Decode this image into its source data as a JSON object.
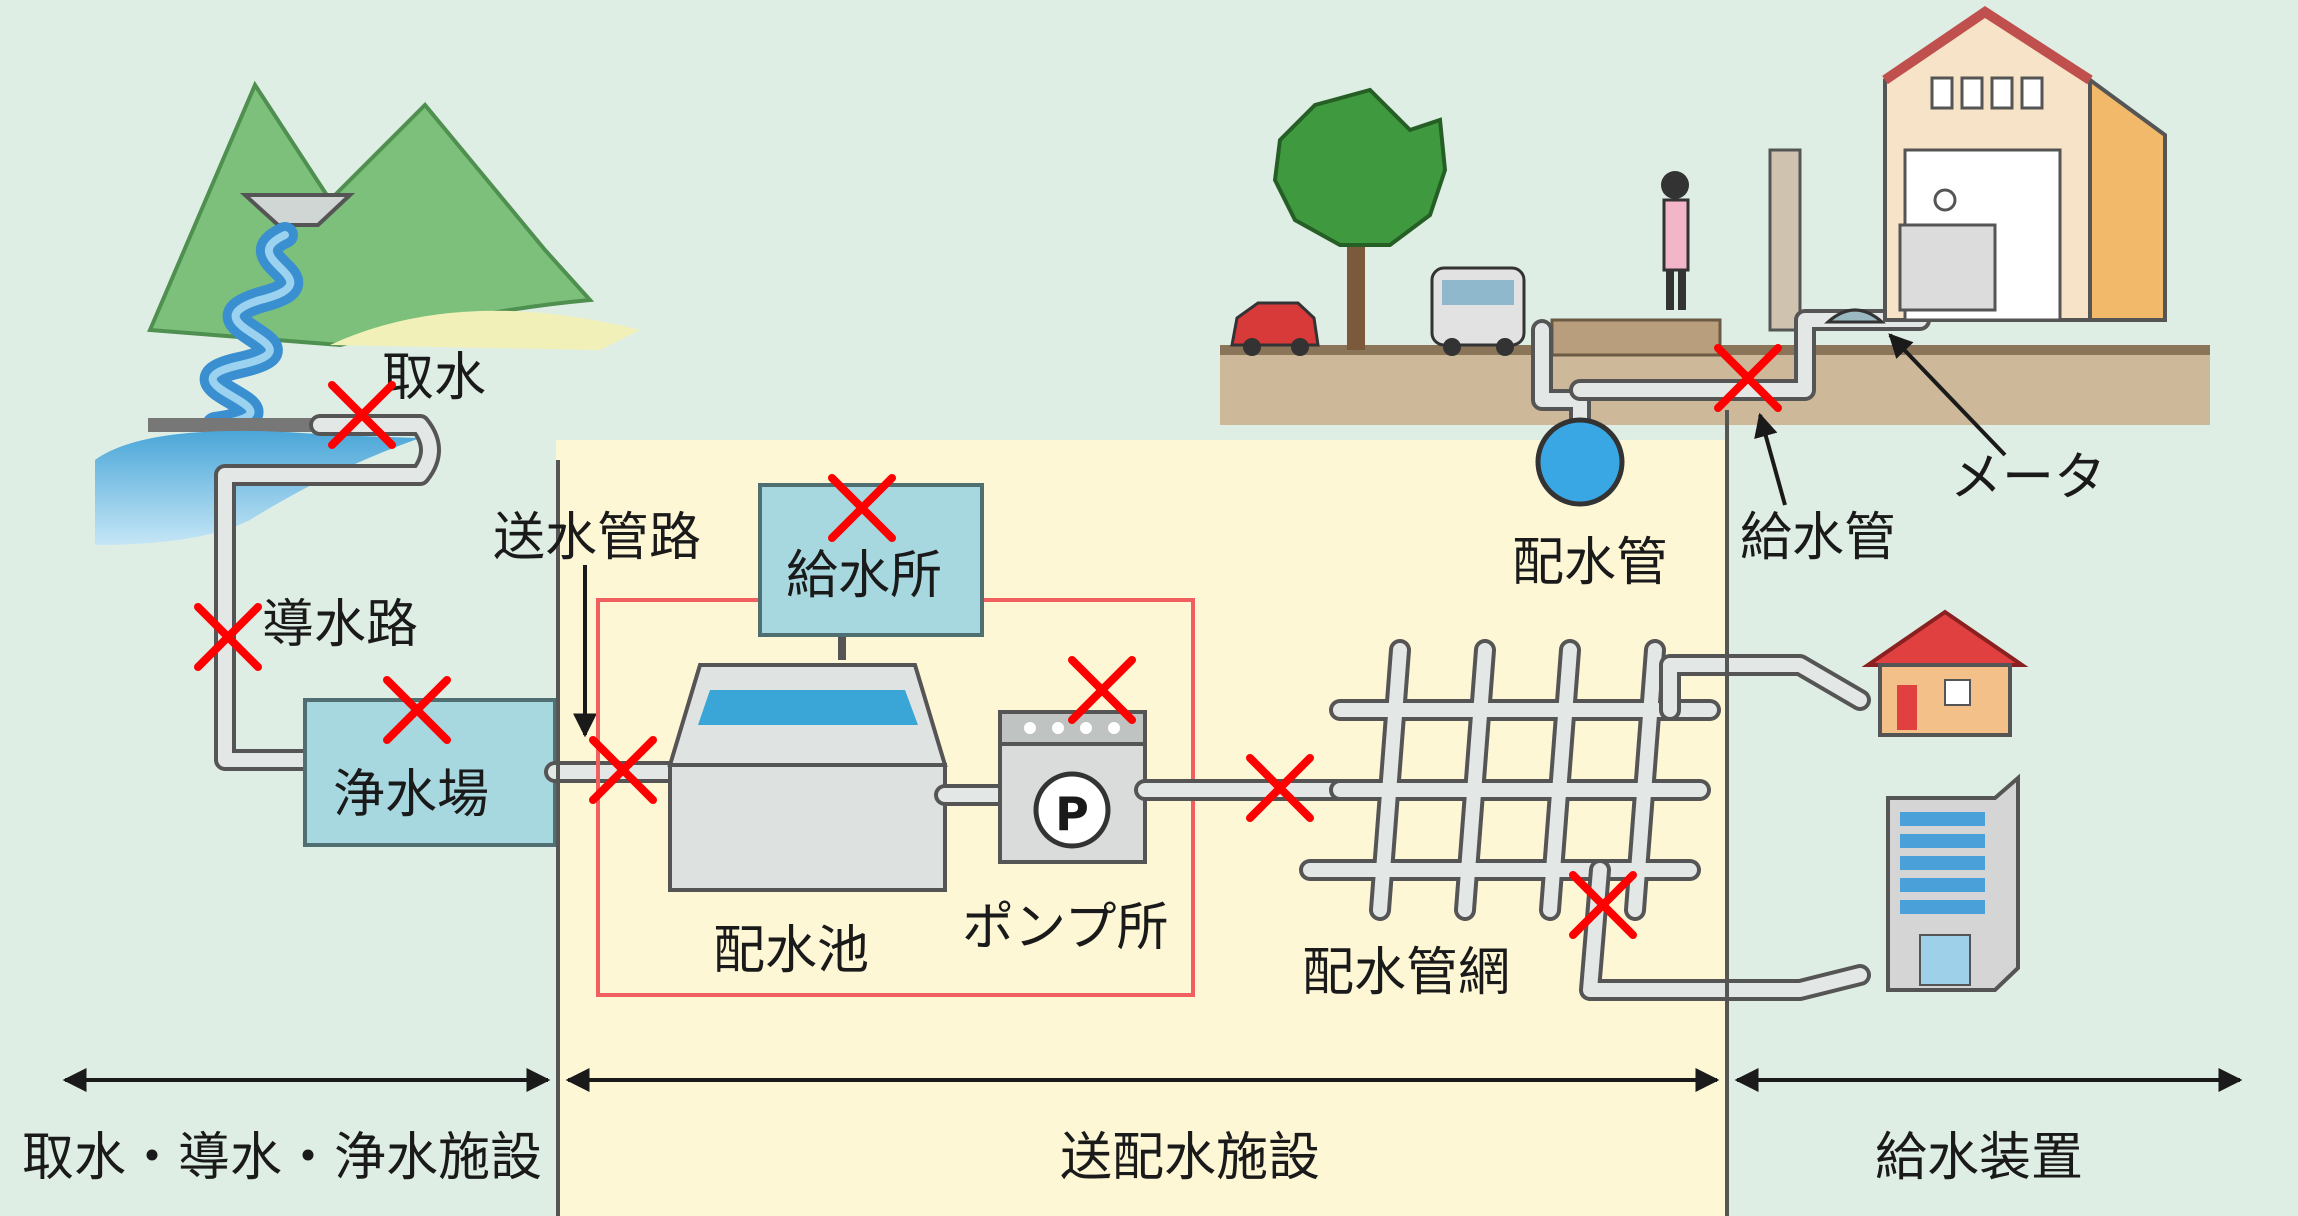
{
  "labels": {
    "intake": "取水",
    "headrace": "導水路",
    "purification_plant": "浄水場",
    "transmission_pipe": "送水管路",
    "water_supply_station": "給水所",
    "distribution_reservoir": "配水池",
    "pump_station": "ポンプ所",
    "pump_symbol": "P",
    "distribution_network": "配水管網",
    "distribution_main": "配水管",
    "service_pipe": "給水管",
    "meter": "メータ"
  },
  "sections": {
    "intake_treatment": "取水・導水・浄水施設",
    "transmission_distribution": "送配水施設",
    "service_equipment": "給水装置"
  },
  "colors": {
    "background": "#dfeee4",
    "zone_yellow": "#fdf7d6",
    "facility_box": "#a8d8df",
    "highlight_frame": "#f06060",
    "mark_red": "#ff0000",
    "pipe": "#555555",
    "mountain": "#7cc07c",
    "ground": "#cdb89a"
  },
  "markers": [
    {
      "label": "intake"
    },
    {
      "label": "headrace"
    },
    {
      "label": "purification_plant"
    },
    {
      "label": "transmission_pipe"
    },
    {
      "label": "water_supply_station"
    },
    {
      "label": "pump_station"
    },
    {
      "label": "distribution_pipe"
    },
    {
      "label": "distribution_network"
    },
    {
      "label": "service_pipe"
    }
  ]
}
